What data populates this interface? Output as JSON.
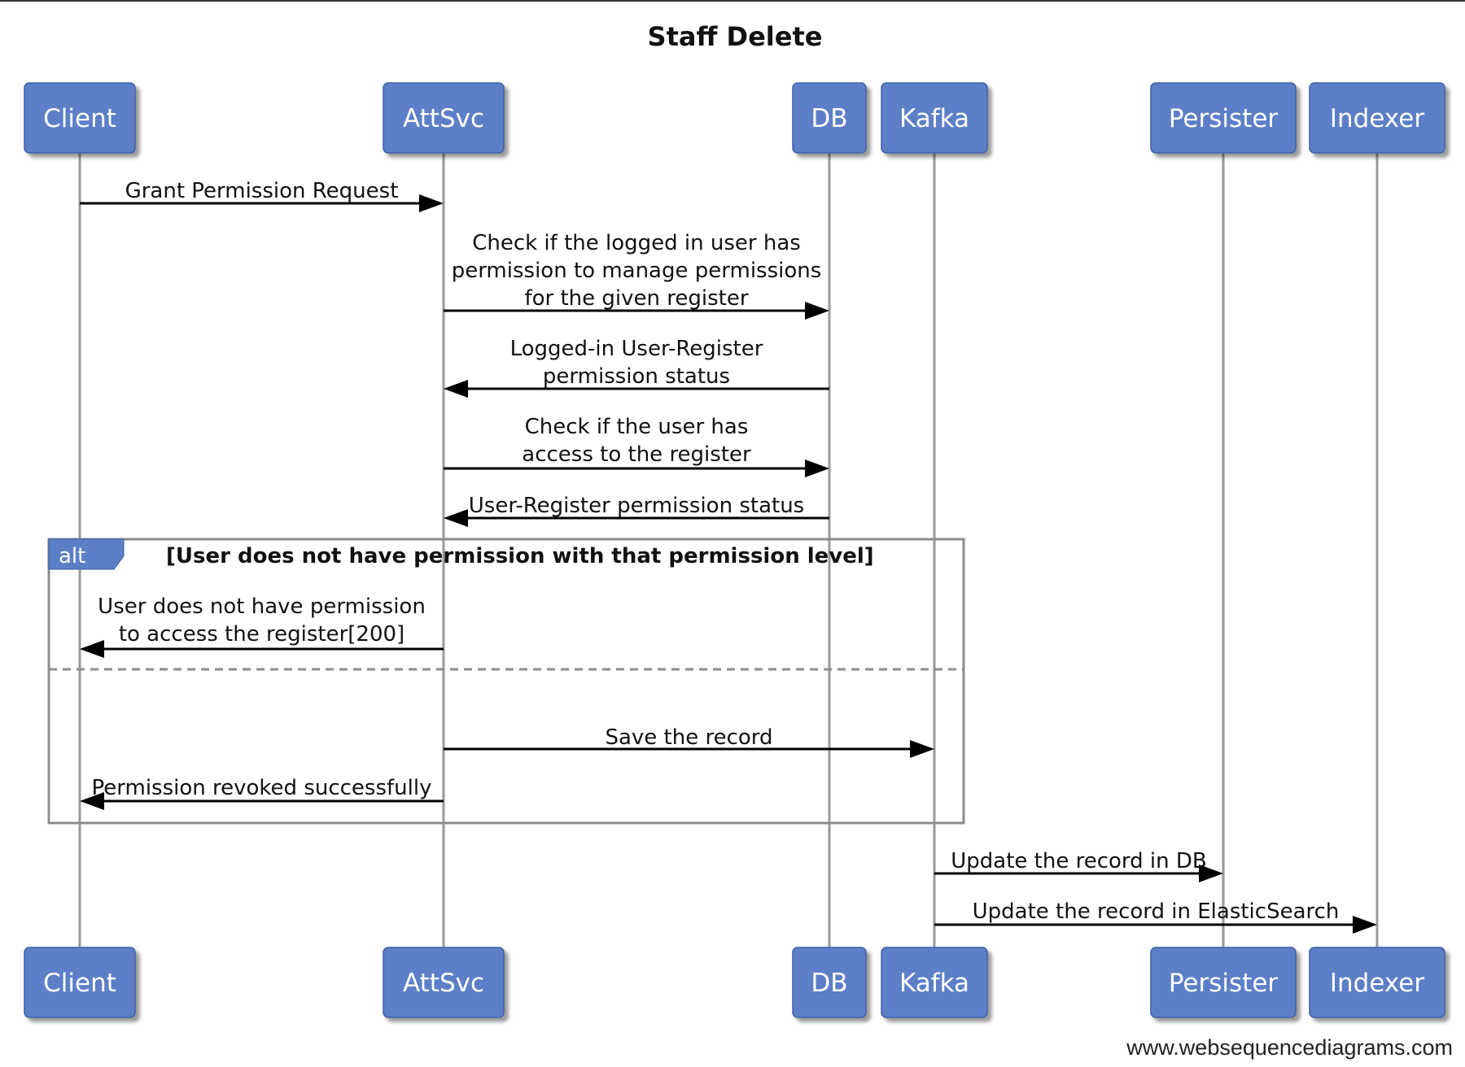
{
  "title": "Staff Delete",
  "actors": [
    "Client",
    "AttSvc",
    "DB",
    "Kafka",
    "Persister",
    "Indexer"
  ],
  "messages": [
    {
      "from": "Client",
      "to": "AttSvc",
      "lines": [
        "Grant Permission Request"
      ]
    },
    {
      "from": "AttSvc",
      "to": "DB",
      "lines": [
        "Check if the logged in user has",
        "permission to manage permissions",
        "for the given register"
      ]
    },
    {
      "from": "DB",
      "to": "AttSvc",
      "lines": [
        "Logged-in User-Register",
        "permission status"
      ]
    },
    {
      "from": "AttSvc",
      "to": "DB",
      "lines": [
        "Check if the user has",
        "access to the register"
      ]
    },
    {
      "from": "DB",
      "to": "AttSvc",
      "lines": [
        "User-Register permission status"
      ]
    },
    {
      "from": "AttSvc",
      "to": "Client",
      "lines": [
        "User does not have permission",
        "to access the register[200]"
      ]
    },
    {
      "from": "AttSvc",
      "to": "Kafka",
      "lines": [
        "Save the record"
      ]
    },
    {
      "from": "AttSvc",
      "to": "Client",
      "lines": [
        "Permission revoked successfully"
      ]
    },
    {
      "from": "Kafka",
      "to": "Persister",
      "lines": [
        "Update the record in DB"
      ]
    },
    {
      "from": "Kafka",
      "to": "Indexer",
      "lines": [
        "Update the record in ElasticSearch"
      ]
    }
  ],
  "alt": {
    "label": "alt",
    "condition": "[User does not have permission with that permission level]"
  },
  "footer": "www.websequencediagrams.com",
  "colors": {
    "actor_fill": "#5b7fc7",
    "actor_stroke": "#3f5fa5",
    "lifeline": "#9a9a9a",
    "arrow": "#000000",
    "frame": "#8c8c8c"
  }
}
